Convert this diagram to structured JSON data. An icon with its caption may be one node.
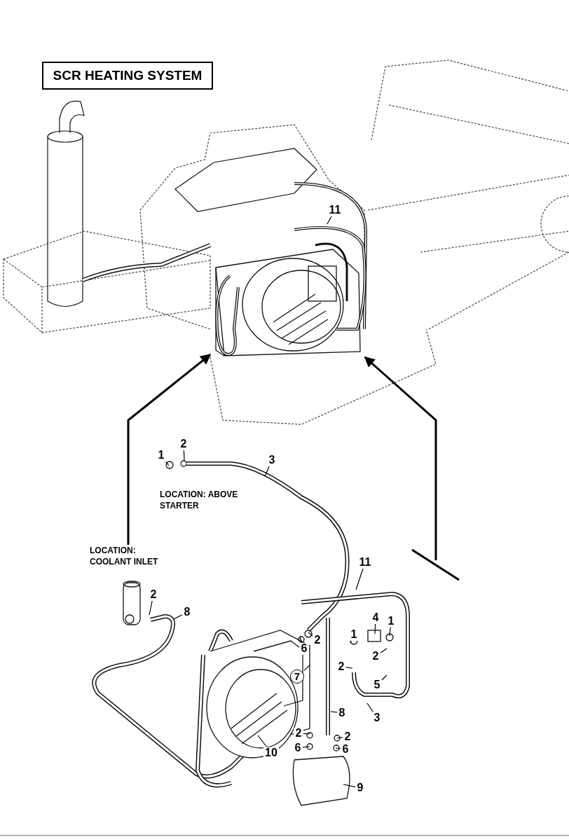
{
  "diagram": {
    "nodes": [
      {
        "text": [
          "SCR HEATING SYSTEM"
        ]
      },
      {
        "text": [],
        "shape": "picture"
      },
      {
        "text": [
          "LOCATION: COOLANT INLET"
        ]
      },
      {
        "text": [
          "LOCATION: ABOVE STARTER"
        ]
      },
      {
        "text": [
          "11"
        ]
      },
      {
        "text": [
          "1"
        ]
      },
      {
        "text": [
          "2"
        ]
      },
      {
        "text": [
          "3"
        ]
      },
      {
        "text": [
          "2"
        ]
      },
      {
        "text": [
          "8"
        ]
      },
      {
        "text": [
          "11"
        ]
      },
      {
        "text": [
          "2"
        ]
      },
      {
        "text": [
          "6"
        ]
      },
      {
        "text": [
          "1"
        ]
      },
      {
        "text": [
          "4"
        ]
      },
      {
        "text": [
          "1"
        ]
      },
      {
        "text": [
          "7"
        ]
      },
      {
        "text": [
          "2"
        ]
      },
      {
        "text": [
          "2"
        ]
      },
      {
        "text": [
          "5"
        ]
      },
      {
        "text": [
          "8"
        ]
      },
      {
        "text": [
          "3"
        ]
      },
      {
        "text": [
          "2"
        ]
      },
      {
        "text": [
          "6"
        ]
      },
      {
        "text": [
          "2"
        ]
      },
      {
        "text": [
          "6"
        ]
      },
      {
        "text": [
          "10"
        ]
      },
      {
        "text": [
          "9"
        ]
      }
    ],
    "edges": [
      {
        "from": 2,
        "to": 1,
        "arrow": "to",
        "style": "thick"
      },
      {
        "from": null,
        "to": 1,
        "arrow": "to",
        "style": "thick"
      },
      {
        "from": 4,
        "to": 1,
        "arrow": "none"
      },
      {
        "from": 5,
        "to": null,
        "arrow": "none"
      },
      {
        "from": 6,
        "to": null,
        "arrow": "none"
      },
      {
        "from": 7,
        "to": null,
        "arrow": "none"
      },
      {
        "from": 8,
        "to": null,
        "arrow": "none"
      },
      {
        "from": 9,
        "to": null,
        "arrow": "none"
      },
      {
        "from": 10,
        "to": null,
        "arrow": "none"
      },
      {
        "from": 11,
        "to": null,
        "arrow": "none"
      },
      {
        "from": 12,
        "to": null,
        "arrow": "none"
      },
      {
        "from": 13,
        "to": null,
        "arrow": "none"
      },
      {
        "from": 14,
        "to": null,
        "arrow": "none"
      },
      {
        "from": 15,
        "to": null,
        "arrow": "none"
      },
      {
        "from": 16,
        "to": null,
        "arrow": "none"
      },
      {
        "from": 17,
        "to": null,
        "arrow": "none"
      },
      {
        "from": 18,
        "to": null,
        "arrow": "none"
      },
      {
        "from": 19,
        "to": null,
        "arrow": "none"
      },
      {
        "from": 20,
        "to": null,
        "arrow": "none"
      },
      {
        "from": 21,
        "to": null,
        "arrow": "none"
      },
      {
        "from": 22,
        "to": null,
        "arrow": "none"
      },
      {
        "from": 23,
        "to": null,
        "arrow": "none"
      },
      {
        "from": 24,
        "to": null,
        "arrow": "none"
      },
      {
        "from": 25,
        "to": null,
        "arrow": "none"
      },
      {
        "from": 26,
        "to": null,
        "arrow": "none"
      },
      {
        "from": 27,
        "to": null,
        "arrow": "none"
      }
    ]
  }
}
